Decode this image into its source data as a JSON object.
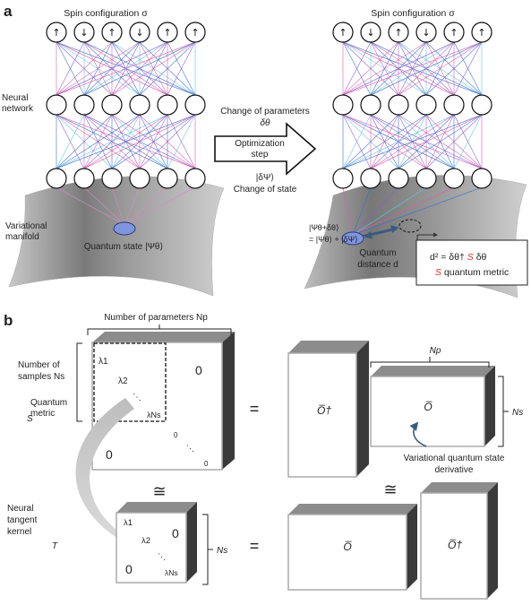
{
  "panel_a": {
    "label": "a",
    "left_title": "Spin configuration σ",
    "right_title": "Spin configuration σ",
    "spins": [
      "↑",
      "↓",
      "↑",
      "↓",
      "↑",
      "↑"
    ],
    "neural_network_line1": "Neural",
    "neural_network_line2": "network",
    "variational_manifold_line1": "Variational",
    "variational_manifold_line2": "manifold",
    "quantum_state_label": "Quantum state |Ψθ⟩",
    "change_params_line1": "Change of parameters",
    "change_params_line2": "δθ",
    "optimization_line1": "Optimization",
    "optimization_line2": "step",
    "delta_psi": "|δΨ⟩",
    "change_of_state": "Change of state",
    "psi_new_line1": "|Ψθ+δθ⟩",
    "psi_new_line2": "= |Ψθ⟩ + |δΨ⟩",
    "quantum_distance_line1": "Quantum",
    "quantum_distance_line2": "distance d",
    "metric_formula_1": "d² = δθ†",
    "metric_formula_S": "S",
    "metric_formula_2": "δθ",
    "metric_def_S": "S",
    "metric_def_text": "quantum metric"
  },
  "panel_b": {
    "label": "b",
    "num_params": "Number of parameters Np",
    "num_samples_line1": "Number of",
    "num_samples_line2": "samples Ns",
    "quantum_metric_line1": "Quantum",
    "quantum_metric_line2": "metric",
    "S": "S",
    "lambda1": "λ1",
    "lambda2": "λ2",
    "lambdaNs": "λNs",
    "dots": "⋱",
    "zero": "0",
    "equals": "=",
    "cong": "≅",
    "O_dagger": "O̅†",
    "O": "O̅",
    "Np": "Np",
    "Ns": "Ns",
    "variational_derivative_line1": "Variational quantum state",
    "variational_derivative_line2": "derivative",
    "ntk_line1": "Neural",
    "ntk_line2": "tangent",
    "ntk_line3": "kernel",
    "T": "T"
  },
  "colors": {
    "blue_line": "#3e6fd0",
    "pink_line": "#e05aa8",
    "cyan_line": "#5ec7e8",
    "purple_line": "#8a5bd6",
    "state_fill": "#7f95de",
    "red_text": "#e0302a",
    "box_shadow": "#3a3a3a",
    "box_top": "#8c8c8c",
    "arrow_gray": "#c9c9c9"
  }
}
